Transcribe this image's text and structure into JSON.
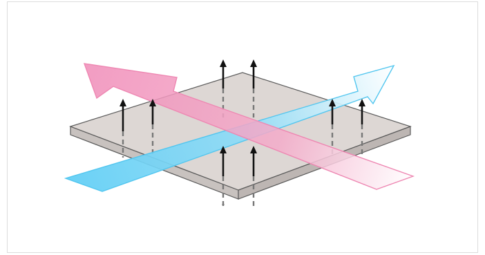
{
  "figure": {
    "colors": {
      "plate_top": "#ddd7d4",
      "plate_edge": "#c8c2bf",
      "plate_outline": "#5a5a5a",
      "pink_arrow": "#f08cb8",
      "pink_outline": "#ee87b2",
      "blue_arrow": "#5dcdf5",
      "blue_outline": "#52c6ef",
      "upward_arrows": "#111111",
      "hidden_segments": "#777777",
      "frame_border": "#dcdcdc"
    },
    "elements": {
      "plate": "square-plate",
      "pink_arrow_direction": "toward-upper-left",
      "blue_arrow_direction": "toward-upper-right",
      "upward_arrow_count": 8
    }
  }
}
